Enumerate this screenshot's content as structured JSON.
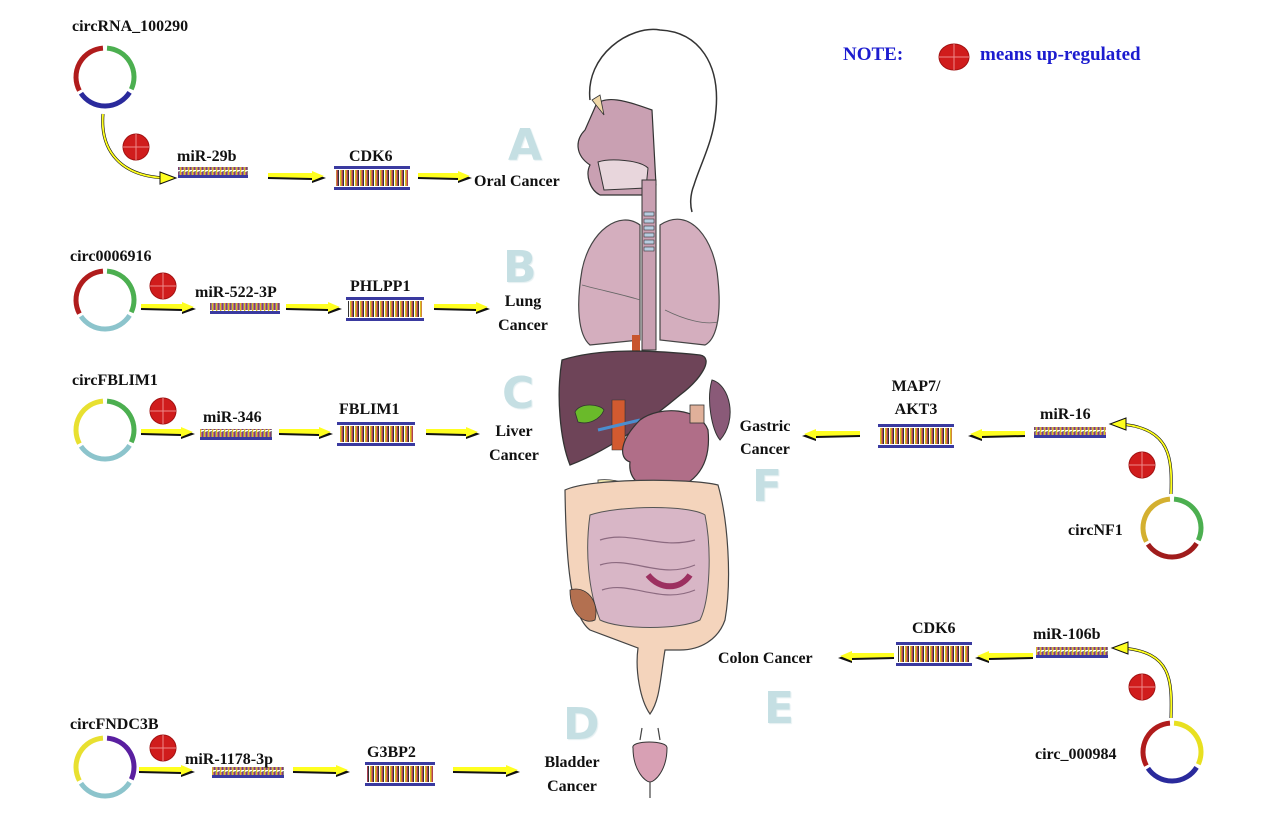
{
  "note": {
    "label": "NOTE:",
    "description": "means up-regulated",
    "symbol_icon": "red-circle-cross-icon",
    "symbol_color": "#d01c1c"
  },
  "colors": {
    "arrow_fill": "#ffff20",
    "arrow_shadow": "#111111",
    "letter_color": "#c5dfe3",
    "note_color": "#1c1ccf",
    "up_regulated": "#d01c1c"
  },
  "pathways": [
    {
      "id": "A",
      "letter": "A",
      "circrna": "circRNA_100290",
      "circrna_colors": [
        "#b01c1c",
        "#4caf50",
        "#2a2a9c"
      ],
      "mirna": "miR-29b",
      "target": "CDK6",
      "cancer": "Oral Cancer",
      "up_regulated": true
    },
    {
      "id": "B",
      "letter": "B",
      "circrna": "circ0006916",
      "circrna_colors": [
        "#b01c1c",
        "#4caf50",
        "#8cc4cc"
      ],
      "mirna": "miR-522-3P",
      "target": "PHLPP1",
      "cancer_line1": "Lung",
      "cancer_line2": "Cancer",
      "up_regulated": true
    },
    {
      "id": "C",
      "letter": "C",
      "circrna": "circFBLIM1",
      "circrna_colors": [
        "#e8e030",
        "#4caf50",
        "#8cc4cc"
      ],
      "mirna": "miR-346",
      "target": "FBLIM1",
      "cancer_line1": "Liver",
      "cancer_line2": "Cancer",
      "up_regulated": true
    },
    {
      "id": "D",
      "letter": "D",
      "circrna": "circFNDC3B",
      "circrna_colors": [
        "#e8e030",
        "#5a1fa0",
        "#8cc4cc"
      ],
      "mirna": "miR-1178-3p",
      "target": "G3BP2",
      "cancer_line1": "Bladder",
      "cancer_line2": "Cancer",
      "up_regulated": true
    },
    {
      "id": "E",
      "letter": "E",
      "circrna": "circ_000984",
      "circrna_colors": [
        "#b01c1c",
        "#e8e020",
        "#2a2a9c"
      ],
      "mirna": "miR-106b",
      "target": "CDK6",
      "cancer": "Colon Cancer",
      "up_regulated": true
    },
    {
      "id": "F",
      "letter": "F",
      "circrna": "circNF1",
      "circrna_colors": [
        "#d4b030",
        "#4caf50",
        "#a01c1c"
      ],
      "mirna": "miR-16",
      "target_line1": "MAP7/",
      "target_line2": "AKT3",
      "cancer_line1": "Gastric",
      "cancer_line2": "Cancer",
      "up_regulated": true
    }
  ]
}
